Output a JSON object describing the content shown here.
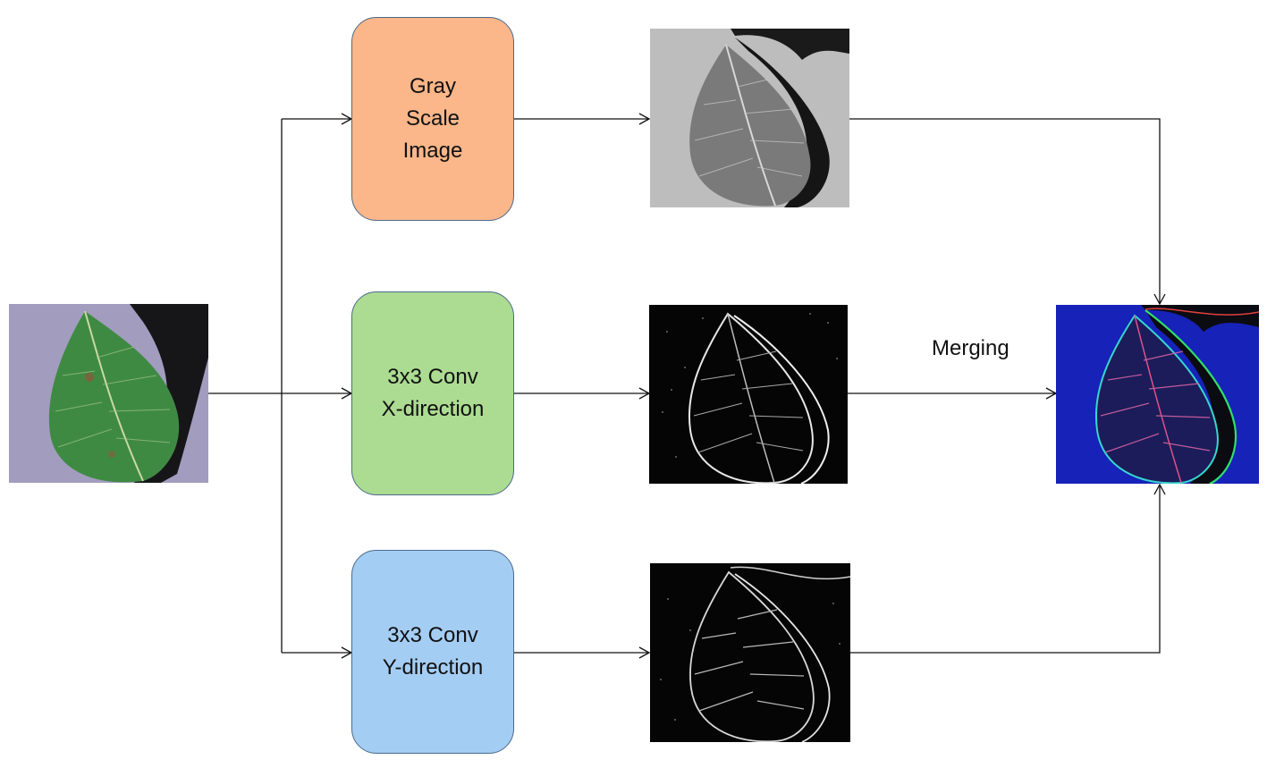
{
  "nodes": {
    "gray_scale": {
      "lines": [
        "Gray",
        "Scale",
        "Image"
      ],
      "fill": "#fbb689"
    },
    "conv_x": {
      "lines": [
        "3x3 Conv",
        "X-direction"
      ],
      "fill": "#acdc91"
    },
    "conv_y": {
      "lines": [
        "3x3 Conv",
        "Y-direction"
      ],
      "fill": "#a4cdf4"
    }
  },
  "merge_label": "Merging",
  "images": {
    "input": {
      "depicts": "green leaf photo on lavender background"
    },
    "gray": {
      "depicts": "grayscale leaf"
    },
    "edge_x": {
      "depicts": "x-direction edge map"
    },
    "edge_y": {
      "depicts": "y-direction edge map"
    },
    "merged": {
      "depicts": "merged colored edge map on blue background"
    }
  },
  "colors": {
    "line": "#111111",
    "box_border": "#4a6a8a"
  }
}
